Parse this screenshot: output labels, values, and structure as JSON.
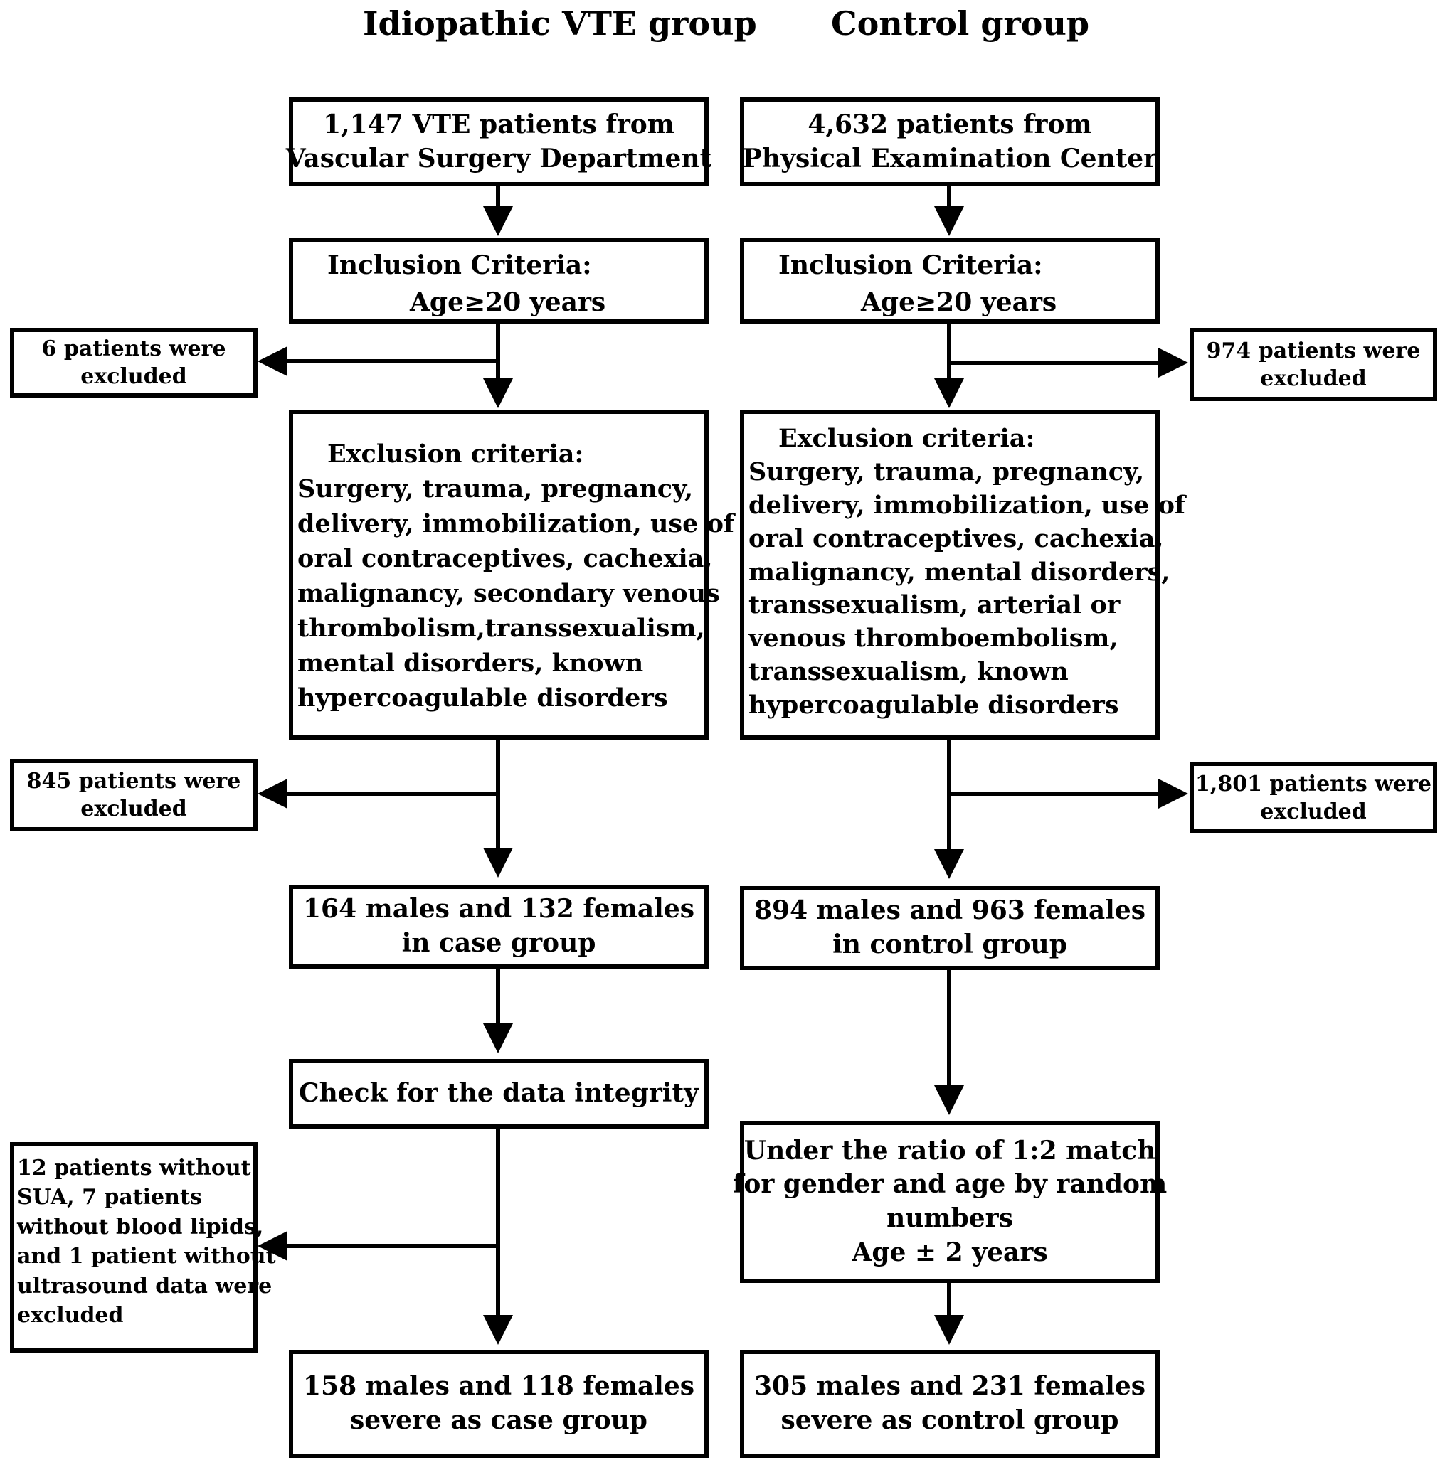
{
  "headers": {
    "left": "Idiopathic VTE group",
    "right": "Control group"
  },
  "left": {
    "source": [
      "1,147 VTE patients from",
      "Vascular Surgery Department"
    ],
    "inclusion_title": "Inclusion Criteria:",
    "inclusion_value": "Age≥20 years",
    "excluded_1": [
      "6 patients were",
      "excluded"
    ],
    "exclusion_title": "Exclusion criteria:",
    "exclusion_lines": [
      "Surgery, trauma, pregnancy,",
      "delivery, immobilization, use of",
      "oral contraceptives,  cachexia,",
      "malignancy, secondary venous",
      "thrombolism,transsexualism,",
      "mental disorders, known",
      "hypercoagulable disorders"
    ],
    "excluded_2": [
      "845 patients were",
      "excluded"
    ],
    "group": [
      "164 males and 132 females",
      "in case group"
    ],
    "check": "Check for the data integrity",
    "excluded_3": [
      "12 patients without",
      "SUA, 7 patients",
      "without blood lipids,",
      "and 1 patient without",
      "ultrasound data were",
      "excluded"
    ],
    "final": [
      "158 males and 118 females",
      "severe as case group"
    ]
  },
  "right": {
    "source": [
      "4,632 patients from",
      "Physical Examination Center"
    ],
    "inclusion_title": "Inclusion Criteria:",
    "inclusion_value": "Age≥20 years",
    "excluded_1": [
      "974 patients were",
      "excluded"
    ],
    "exclusion_title": "Exclusion criteria:",
    "exclusion_lines": [
      "Surgery, trauma, pregnancy,",
      "delivery, immobilization, use of",
      "oral contraceptives, cachexia,",
      "malignancy, mental disorders,",
      "transsexualism, arterial or",
      "venous thromboembolism,",
      "transsexualism,   known",
      "hypercoagulable disorders"
    ],
    "excluded_2": [
      "1,801 patients were",
      "excluded"
    ],
    "group": [
      "894 males and 963 females",
      "in control group"
    ],
    "match": [
      "Under the ratio of 1:2 match",
      "for gender and age by random",
      "numbers",
      "Age ± 2 years"
    ],
    "final": [
      "305 males and 231 females",
      "severe as control group"
    ]
  }
}
